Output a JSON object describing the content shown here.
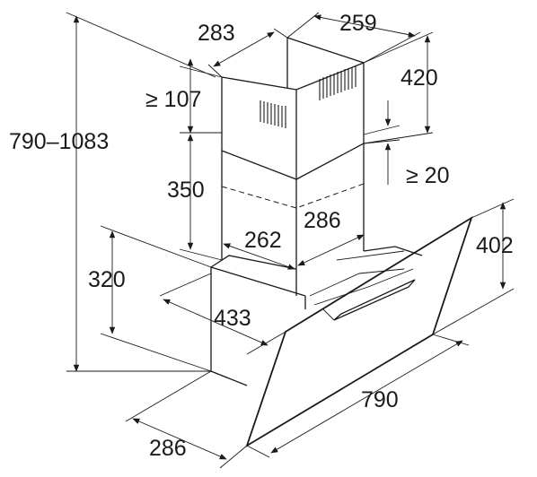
{
  "dimensions": {
    "chimney_depth": "283",
    "chimney_width": "259",
    "upper_duct_height": "420",
    "min_top_gap": "≥ 107",
    "total_height": "790–1083",
    "lower_duct_height": "350",
    "min_gap_20": "≥ 20",
    "duct_depth_inner": "286",
    "duct_width_inner": "262",
    "glass_height": "402",
    "body_height": "320",
    "body_depth": "433",
    "hood_width": "790",
    "bottom_depth": "286"
  }
}
